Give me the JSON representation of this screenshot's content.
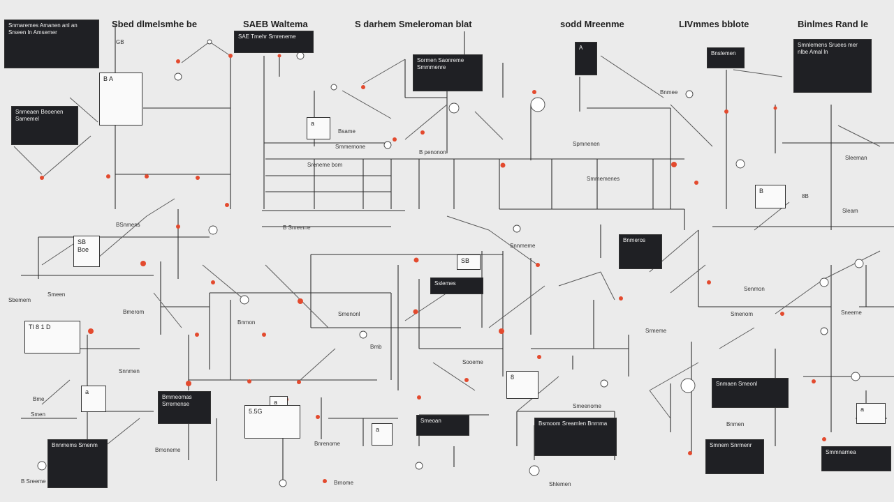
{
  "diagram": {
    "headers": [
      "Sbed  dlmelsmhe be",
      "SAEB  Waltema",
      "S darhem  Smeleroman blat",
      "sodd  Mreenme",
      "LIVmmes bblote",
      "Binlmes Rand le"
    ],
    "nodes": [
      {
        "id": "n1",
        "label": "Snmaremes Amanen anl an Srseen ln Amsemer",
        "style": "dark"
      },
      {
        "id": "n2",
        "label": "SAE Tmehr Smreneme",
        "style": "dark"
      },
      {
        "id": "n3",
        "label": "Sormen Saonreme Smmmenre",
        "style": "dark"
      },
      {
        "id": "n4",
        "label": "A",
        "style": "dark"
      },
      {
        "id": "n5",
        "label": "Bnslemen",
        "style": "dark"
      },
      {
        "id": "n6",
        "label": "Smnlemens Sruees mer nlbe Amal ln",
        "style": "dark"
      },
      {
        "id": "n7",
        "label": "Snmeaen Beoenen Samemel",
        "style": "dark"
      },
      {
        "id": "n8",
        "label": "B A",
        "style": "light"
      },
      {
        "id": "n9",
        "label": "a",
        "style": "light"
      },
      {
        "id": "n10",
        "label": "B",
        "style": "light"
      },
      {
        "id": "n11",
        "label": "SB Boe",
        "style": "light"
      },
      {
        "id": "n12",
        "label": "SB",
        "style": "light"
      },
      {
        "id": "n13",
        "label": "Bnmeros",
        "style": "dark"
      },
      {
        "id": "n14",
        "label": "Sslemes",
        "style": "dark"
      },
      {
        "id": "n15",
        "label": "Tl  8  1 D",
        "style": "light"
      },
      {
        "id": "n16",
        "label": "8",
        "style": "light"
      },
      {
        "id": "n17",
        "label": "Snmaen Smeonl",
        "style": "dark"
      },
      {
        "id": "n18",
        "label": "5.5G",
        "style": "light"
      },
      {
        "id": "n19",
        "label": "a",
        "style": "light"
      },
      {
        "id": "n20",
        "label": "Smeoan",
        "style": "dark"
      },
      {
        "id": "n21",
        "label": "a",
        "style": "light"
      },
      {
        "id": "n22",
        "label": "Bmmeomas Srremense",
        "style": "dark"
      },
      {
        "id": "n23",
        "label": "a",
        "style": "light"
      },
      {
        "id": "n24",
        "label": "Bsmoom Sreamlen Bnrnma",
        "style": "dark"
      },
      {
        "id": "n25",
        "label": "Smnem Snrmenr",
        "style": "dark"
      },
      {
        "id": "n26",
        "label": "Bnnmems Smenm",
        "style": "dark"
      },
      {
        "id": "n27",
        "label": "Smmnarnea",
        "style": "dark"
      },
      {
        "id": "n28",
        "label": "a",
        "style": "light"
      }
    ],
    "labels": [
      "GB",
      "Bsame",
      "Smmemone",
      "Sreneme bom",
      "B penonon",
      "Spmnenen",
      "Bnmee",
      "8B",
      "Sleeman",
      "Sleam",
      "BSnmens",
      "Smeen",
      "Sbemem",
      "Bmerom",
      "B Smeeme",
      "Bnmon",
      "Smenonl",
      "Bmb",
      "Snnmeme",
      "Smmemenes",
      "Srmeme",
      "Senmon",
      "Smenom",
      "Sneeme",
      "Bme",
      "Smen",
      "Snnmen",
      "Bmoneme",
      "Bnrenome",
      "Sooeme",
      "Smeenome",
      "Bnmen",
      "B Sreeme",
      "Brnome",
      "Shlemen"
    ]
  }
}
